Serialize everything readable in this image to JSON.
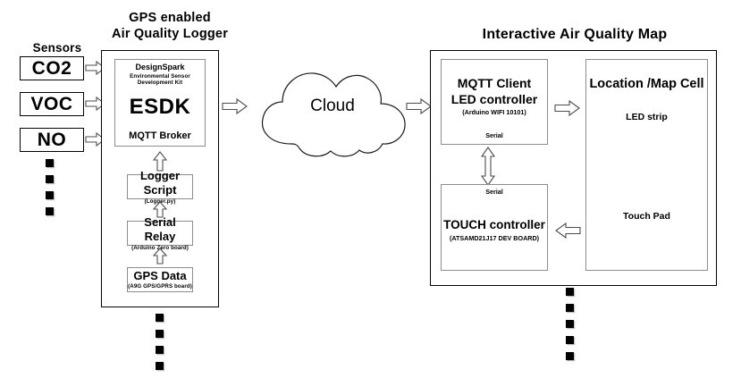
{
  "diagram": {
    "title": "GPS enabled Air Quality Logger to Interactive Air Quality Map",
    "sensors": {
      "heading": "Sensors",
      "items": [
        {
          "label": "CO2"
        },
        {
          "label": "VOC"
        },
        {
          "label": "NO"
        }
      ],
      "continuation_dots": 4
    },
    "logger_panel": {
      "heading_line1": "GPS enabled",
      "heading_line2": "Air Quality Logger",
      "esdk": {
        "brand": "DesignSpark",
        "subtitle": "Environmental Sensor Development Kit",
        "name": "ESDK",
        "role": "MQTT Broker"
      },
      "stack": [
        {
          "title": "Logger Script",
          "subtitle": "(Logger.py)"
        },
        {
          "title": "Serial Relay",
          "subtitle": "(Arduino Zero board)"
        },
        {
          "title": "GPS Data",
          "subtitle": "(A9G GPS/GPRS board)"
        }
      ],
      "continuation_dots": 4
    },
    "cloud": {
      "label": "Cloud"
    },
    "map_panel": {
      "heading": "Interactive Air Quality Map",
      "mqtt_client": {
        "title_line1": "MQTT Client",
        "title_line2": "LED controller",
        "subtitle": "(Arduino WIFI 10101)",
        "port_label": "Serial"
      },
      "touch_controller": {
        "port_label": "Serial",
        "title": "TOUCH controller",
        "subtitle": "(ATSAMD21J17 DEV BOARD)"
      },
      "map_cell": {
        "title": "Location /Map Cell",
        "led_strip_label": "LED strip",
        "touch_pad_label": "Touch Pad"
      },
      "continuation_dots": 5
    },
    "colors": {
      "background": "#ffffff",
      "stroke_dark": "#000000",
      "stroke_mid": "#8d8d8d",
      "arrow_stroke": "#4d4d4d",
      "arrow_fill": "#ffffff",
      "dot_fill": "#000000",
      "dot_shadow": "#bdbdbd"
    }
  }
}
